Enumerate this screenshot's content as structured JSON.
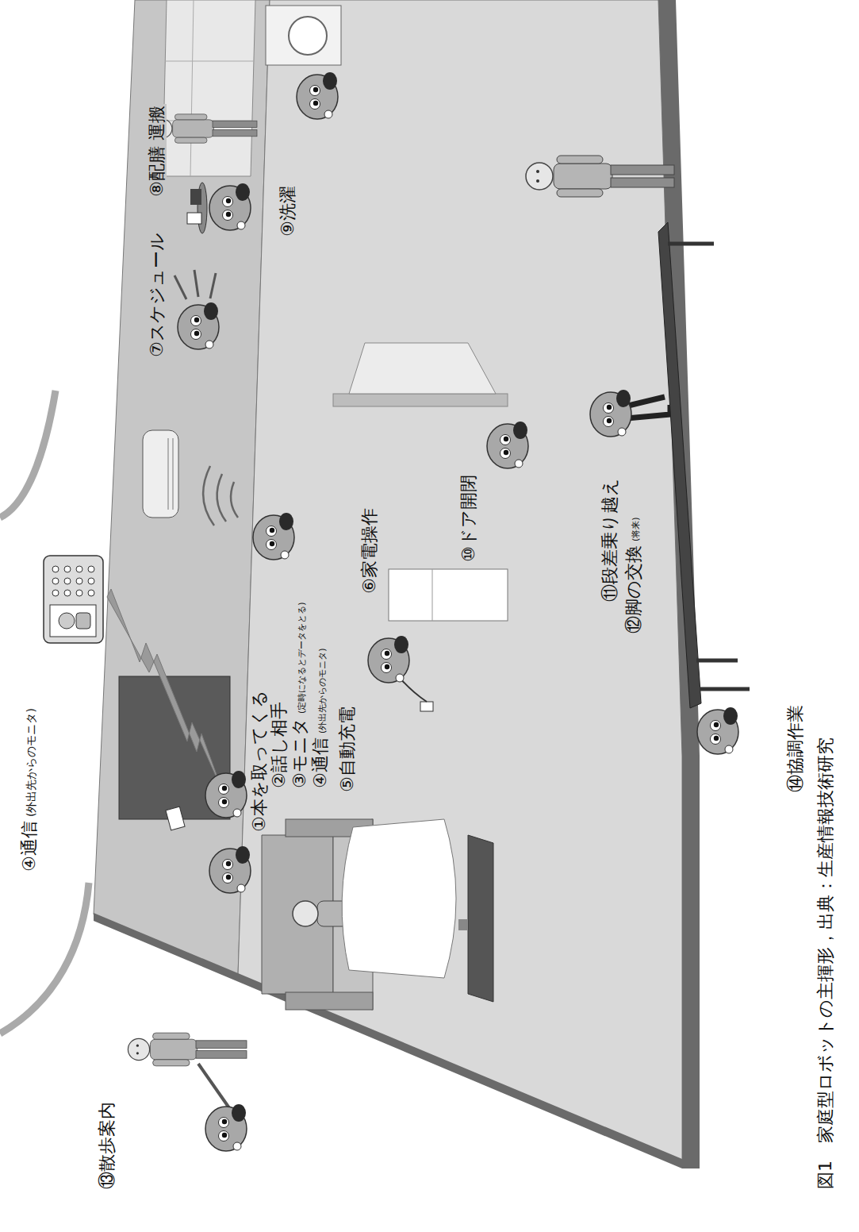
{
  "diagram": {
    "caption": "図1　家庭型ロボットの主揮形，出典：生産情報技術研究",
    "labels": [
      "④通信",
      "(外出先からのモニタ)",
      "①本を取ってくる",
      "②話し相手",
      "③モニタ",
      "(定時になるとデータをとる)",
      "④通信",
      "(外出先からのモニタ)",
      "⑤自動充電",
      "⑥家電操作",
      "⑦スケジュール",
      "⑧配膳 運搬",
      "⑨洗濯",
      "⑩ドア開閉",
      "⑪段差乗り越え",
      "⑫脚の交換",
      "(将来)",
      "⑬散歩案内",
      "⑭協調作業"
    ]
  }
}
